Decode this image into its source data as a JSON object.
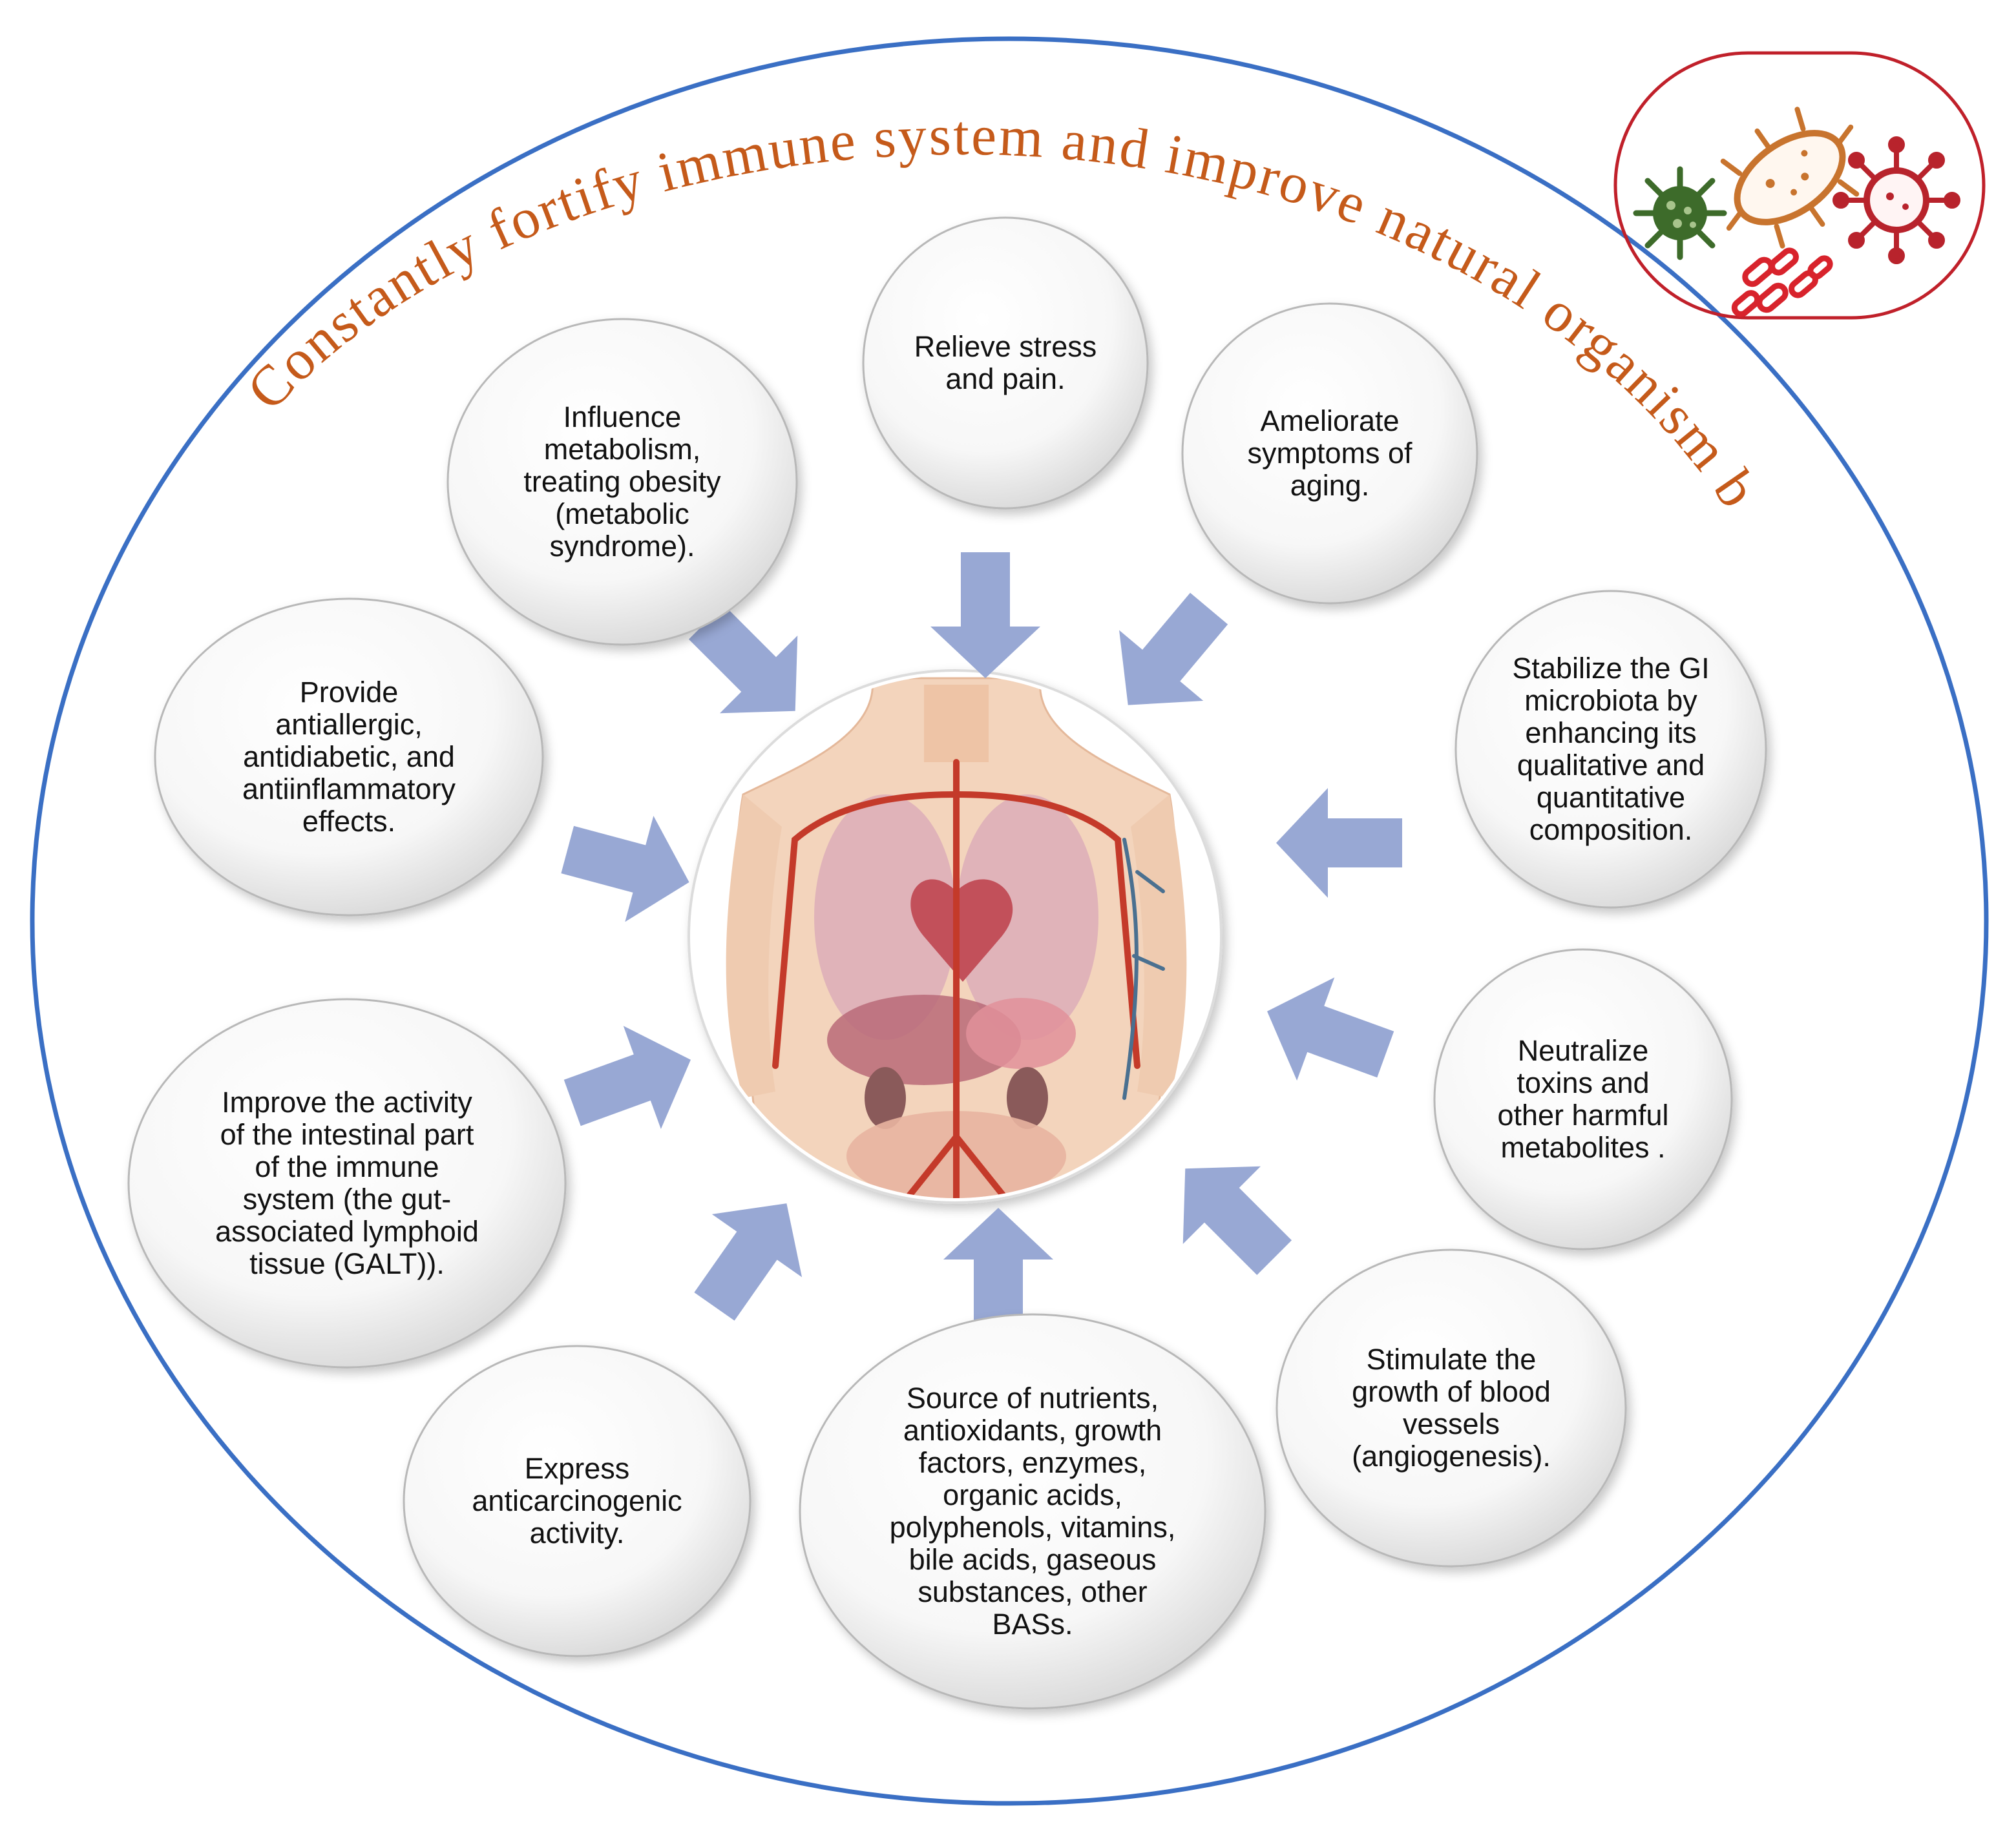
{
  "header": {
    "arc_title": "Constantly fortify immune system and improve natural organism barriers."
  },
  "center": {
    "icon": "human-anatomy-torso-icon"
  },
  "pathogens": {
    "icons": [
      "green-virus-icon",
      "orange-bacterium-icon",
      "red-virus-icon",
      "red-blood-cells-icon"
    ]
  },
  "bubbles": [
    {
      "id": "relieve-stress",
      "label": "Relieve stress\nand pain."
    },
    {
      "id": "ameliorate-aging",
      "label": "Ameliorate\nsymptoms of\naging."
    },
    {
      "id": "stabilize-gi",
      "label": "Stabilize the GI\nmicrobiota by\nenhancing its\nqualitative  and\nquantitative\ncomposition."
    },
    {
      "id": "neutralize-toxins",
      "label": "Neutralize\ntoxins and\nother harmful\nmetabolites ."
    },
    {
      "id": "angiogenesis",
      "label": "Stimulate the\ngrowth of  blood\nvessels\n(angiogenesis)."
    },
    {
      "id": "nutrients-source",
      "label": "Source of nutrients,\nantioxidants, growth\nfactors,  enzymes,\norganic acids,\npolyphenols, vitamins,\nbile acids, gaseous\nsubstances, other\nBASs."
    },
    {
      "id": "anticarcinogenic",
      "label": "Express\nanticarcinogenic\nactivity."
    },
    {
      "id": "galt",
      "label": "Improve the activity\nof the intestinal part\nof the immune\nsystem (the gut-\nassociated lymphoid\ntissue (GALT))."
    },
    {
      "id": "antiallergic",
      "label": "Provide\nantiallergic,\nantidiabetic, and\nantiinflammatory\neffects."
    },
    {
      "id": "metabolism",
      "label": "Influence\nmetabolism,\ntreating obesity\n(metabolic\nsyndrome)."
    }
  ],
  "colors": {
    "outer_ring": "#3a6fc4",
    "pill_border": "#c0202a",
    "title_text": "#c55a1a",
    "arrow_fill": "#98a8d4",
    "bubble_edge": "#b8b8b8"
  }
}
